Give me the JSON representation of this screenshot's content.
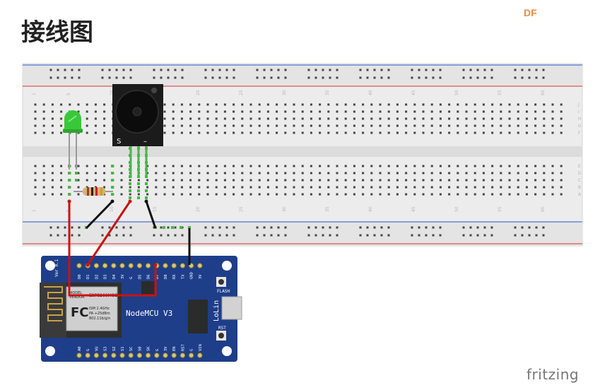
{
  "page": {
    "title": "接线图",
    "brand": "DF",
    "watermark": "fritzing"
  },
  "breadboard": {
    "column_numbers": [
      "1",
      "5",
      "10",
      "15",
      "20",
      "25",
      "30",
      "35",
      "40",
      "45",
      "50",
      "55",
      "60"
    ],
    "row_letters_top": [
      "J",
      "I",
      "H",
      "G",
      "F"
    ],
    "row_letters_bottom": [
      "E",
      "D",
      "C",
      "B",
      "A"
    ]
  },
  "components": {
    "buzzer_pins": [
      "S",
      "",
      "–"
    ],
    "led_color": "#39c83a",
    "board": {
      "name": "NodeMCU V3",
      "vendor_text": "LoLin",
      "module_name": "ESP8266MOD",
      "module_lines": [
        "MODEL",
        "VENDOR",
        "ISM  2.4GHz",
        "PA  +25dBm",
        "802.11b/g/n"
      ],
      "version": "Ver 0.1",
      "flash_label": "FLASH",
      "rst_label": "RST",
      "top_pins": [
        "D0",
        "D1",
        "D2",
        "D3",
        "D4",
        "3V",
        "G",
        "D5",
        "D6",
        "D7",
        "D8",
        "RX",
        "TX",
        "GND",
        "3V"
      ],
      "bottom_pins": [
        "A0",
        "G",
        "VU",
        "S3",
        "S2",
        "S1",
        "SC",
        "S0",
        "SK",
        "G",
        "3V",
        "EN",
        "RST",
        "G",
        "VIN"
      ]
    }
  },
  "colors": {
    "wire_red": "#cc1111",
    "wire_black": "#111111",
    "rail_red": "#d83232",
    "rail_blue": "#2a5bd0",
    "board_blue": "#1e3e8a",
    "hole_connected": "#49b649"
  }
}
